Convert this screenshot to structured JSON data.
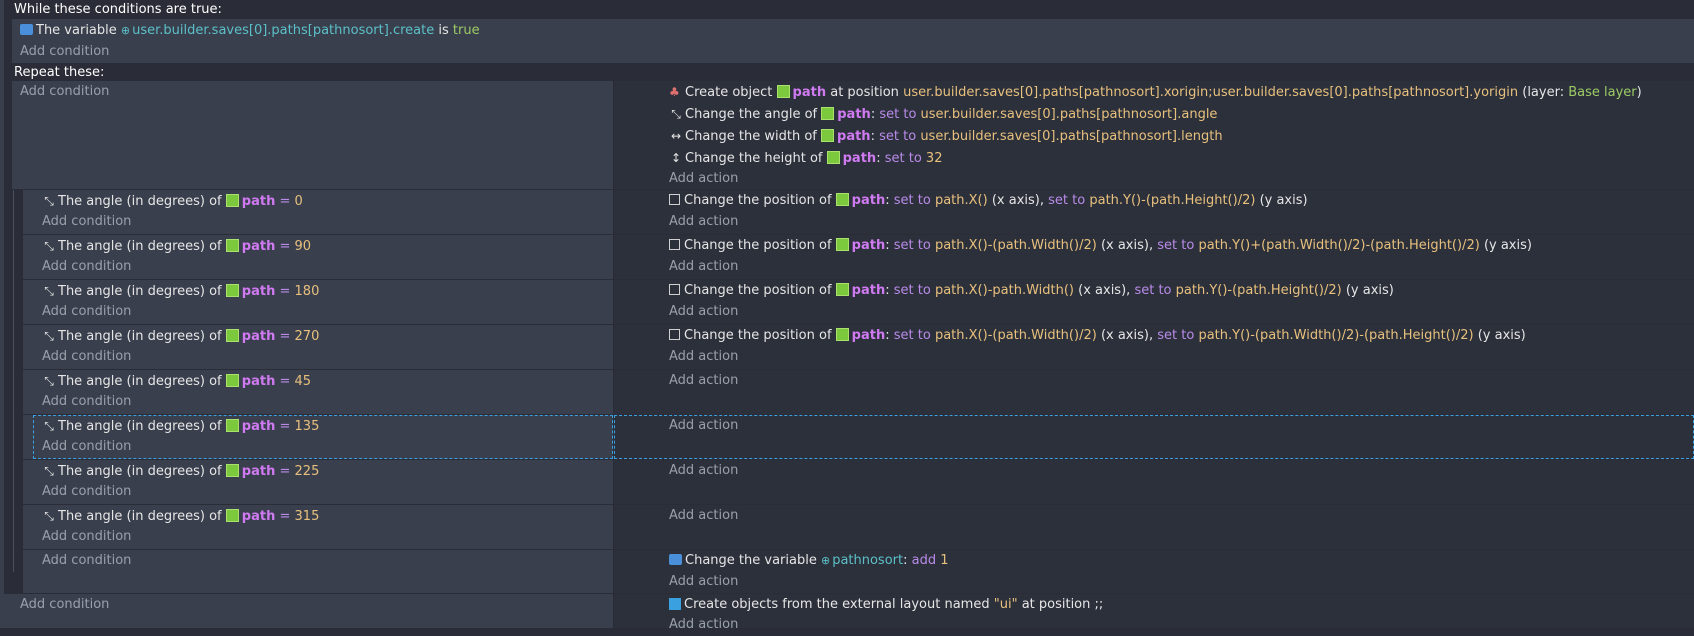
{
  "while_header": "While these conditions are true:",
  "while_condition": {
    "prefix": "The variable",
    "variable": "user.builder.saves[0].paths[pathnosort].create",
    "is": "is",
    "value": "true"
  },
  "add_condition": "Add condition",
  "add_action": "Add action",
  "repeat_header": "Repeat these:",
  "main_actions": {
    "create": {
      "prefix": "Create object",
      "object": "path",
      "mid": "at position",
      "position": "user.builder.saves[0].paths[pathnosort].xorigin;user.builder.saves[0].paths[pathnosort].yorigin",
      "layer_pre": "(layer:",
      "layer": "Base layer",
      "layer_post": ")"
    },
    "angle": {
      "prefix": "Change the angle of",
      "object": "path",
      "colon": ":",
      "op": "set to",
      "value": "user.builder.saves[0].paths[pathnosort].angle"
    },
    "width": {
      "prefix": "Change the width of",
      "object": "path",
      "colon": ":",
      "op": "set to",
      "value": "user.builder.saves[0].paths[pathnosort].length"
    },
    "height": {
      "prefix": "Change the height of",
      "object": "path",
      "colon": ":",
      "op": "set to",
      "value": "32"
    }
  },
  "sub_events": [
    {
      "cond_prefix": "The angle (in degrees) of",
      "object": "path",
      "eq": "=",
      "angle": "0",
      "action": {
        "prefix": "Change the position of",
        "object": "path",
        "op1": "set to",
        "x": "path.X()",
        "xaxis": "(x axis),",
        "op2": "set to",
        "y": "path.Y()-(path.Height()/2)",
        "yaxis": "(y axis)"
      }
    },
    {
      "cond_prefix": "The angle (in degrees) of",
      "object": "path",
      "eq": "=",
      "angle": "90",
      "action": {
        "prefix": "Change the position of",
        "object": "path",
        "op1": "set to",
        "x": "path.X()-(path.Width()/2)",
        "xaxis": "(x axis),",
        "op2": "set to",
        "y": "path.Y()+(path.Width()/2)-(path.Height()/2)",
        "yaxis": "(y axis)"
      }
    },
    {
      "cond_prefix": "The angle (in degrees) of",
      "object": "path",
      "eq": "=",
      "angle": "180",
      "action": {
        "prefix": "Change the position of",
        "object": "path",
        "op1": "set to",
        "x": "path.X()-path.Width()",
        "xaxis": "(x axis),",
        "op2": "set to",
        "y": "path.Y()-(path.Height()/2)",
        "yaxis": "(y axis)"
      }
    },
    {
      "cond_prefix": "The angle (in degrees) of",
      "object": "path",
      "eq": "=",
      "angle": "270",
      "action": {
        "prefix": "Change the position of",
        "object": "path",
        "op1": "set to",
        "x": "path.X()-(path.Width()/2)",
        "xaxis": "(x axis),",
        "op2": "set to",
        "y": "path.Y()-(path.Width()/2)-(path.Height()/2)",
        "yaxis": "(y axis)"
      }
    },
    {
      "cond_prefix": "The angle (in degrees) of",
      "object": "path",
      "eq": "=",
      "angle": "45"
    },
    {
      "cond_prefix": "The angle (in degrees) of",
      "object": "path",
      "eq": "=",
      "angle": "135"
    },
    {
      "cond_prefix": "The angle (in degrees) of",
      "object": "path",
      "eq": "=",
      "angle": "225"
    },
    {
      "cond_prefix": "The angle (in degrees) of",
      "object": "path",
      "eq": "=",
      "angle": "315"
    }
  ],
  "increment_event": {
    "prefix": "Change the variable",
    "variable": "pathnosort",
    "colon": ":",
    "op": "add",
    "value": "1"
  },
  "external_layout_event": {
    "prefix": "Create objects from the external layout named",
    "name": "\"ui\"",
    "mid": "at position",
    "position": ";;"
  }
}
